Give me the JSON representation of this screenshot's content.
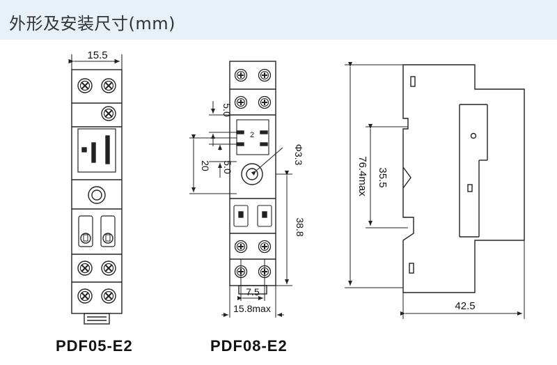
{
  "header": {
    "title": "外形及安装尺寸(mm)",
    "background": "#e8f1f8"
  },
  "models": [
    {
      "name": "PDF05-E2",
      "dimensions": {
        "width": "15.5"
      }
    },
    {
      "name": "PDF08-E2",
      "dimensions": {
        "pitch_a": "5.0",
        "pitch_b": "5.0",
        "hole_pitch": "20",
        "hole_dia": "Φ3.3",
        "lower_height": "38.8",
        "pin_pitch": "7.5",
        "max_width": "15.8max"
      }
    }
  ],
  "side_view": {
    "dimensions": {
      "height": "76.4max",
      "rail_width": "35.5",
      "depth": "42.5"
    }
  }
}
